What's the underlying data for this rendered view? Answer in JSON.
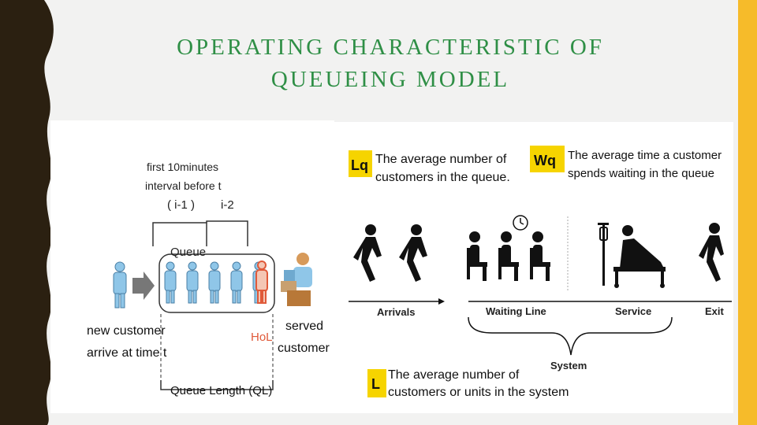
{
  "slide": {
    "title_line1": "OPERATING CHARACTERISTIC OF",
    "title_line2": "QUEUEING MODEL"
  },
  "left_diagram": {
    "interval_label_line1": "first 10minutes",
    "interval_label_line2": "interval before t",
    "interval_i1": "( i-1 )",
    "interval_i2": "i-2",
    "queue_label": "Queue",
    "new_customer_line1": "new customer",
    "new_customer_line2": "arrive at time t",
    "served_line1": "served",
    "served_line2": "customer",
    "hol_label": "HoL",
    "queue_length_label": "Queue Length (QL)"
  },
  "right_diagram": {
    "lq_badge": "Lq",
    "lq_text_line1": "The average number of",
    "lq_text_line2": "customers in the queue.",
    "wq_badge": "Wq",
    "wq_text_line1": "The average time a customer",
    "wq_text_line2": "spends waiting in the queue",
    "arrivals_label": "Arrivals",
    "waiting_line_label": "Waiting Line",
    "service_label": "Service",
    "exit_label": "Exit",
    "system_label": "System",
    "l_badge": "L",
    "l_text_line1": "The average number of",
    "l_text_line2": "customers or units in the system"
  },
  "colors": {
    "title": "#2f8f46",
    "accent_stripe": "#f6bb2a",
    "badge": "#f6d400",
    "person_blue": "#8fc6e8",
    "hol_red": "#e05a3a"
  }
}
